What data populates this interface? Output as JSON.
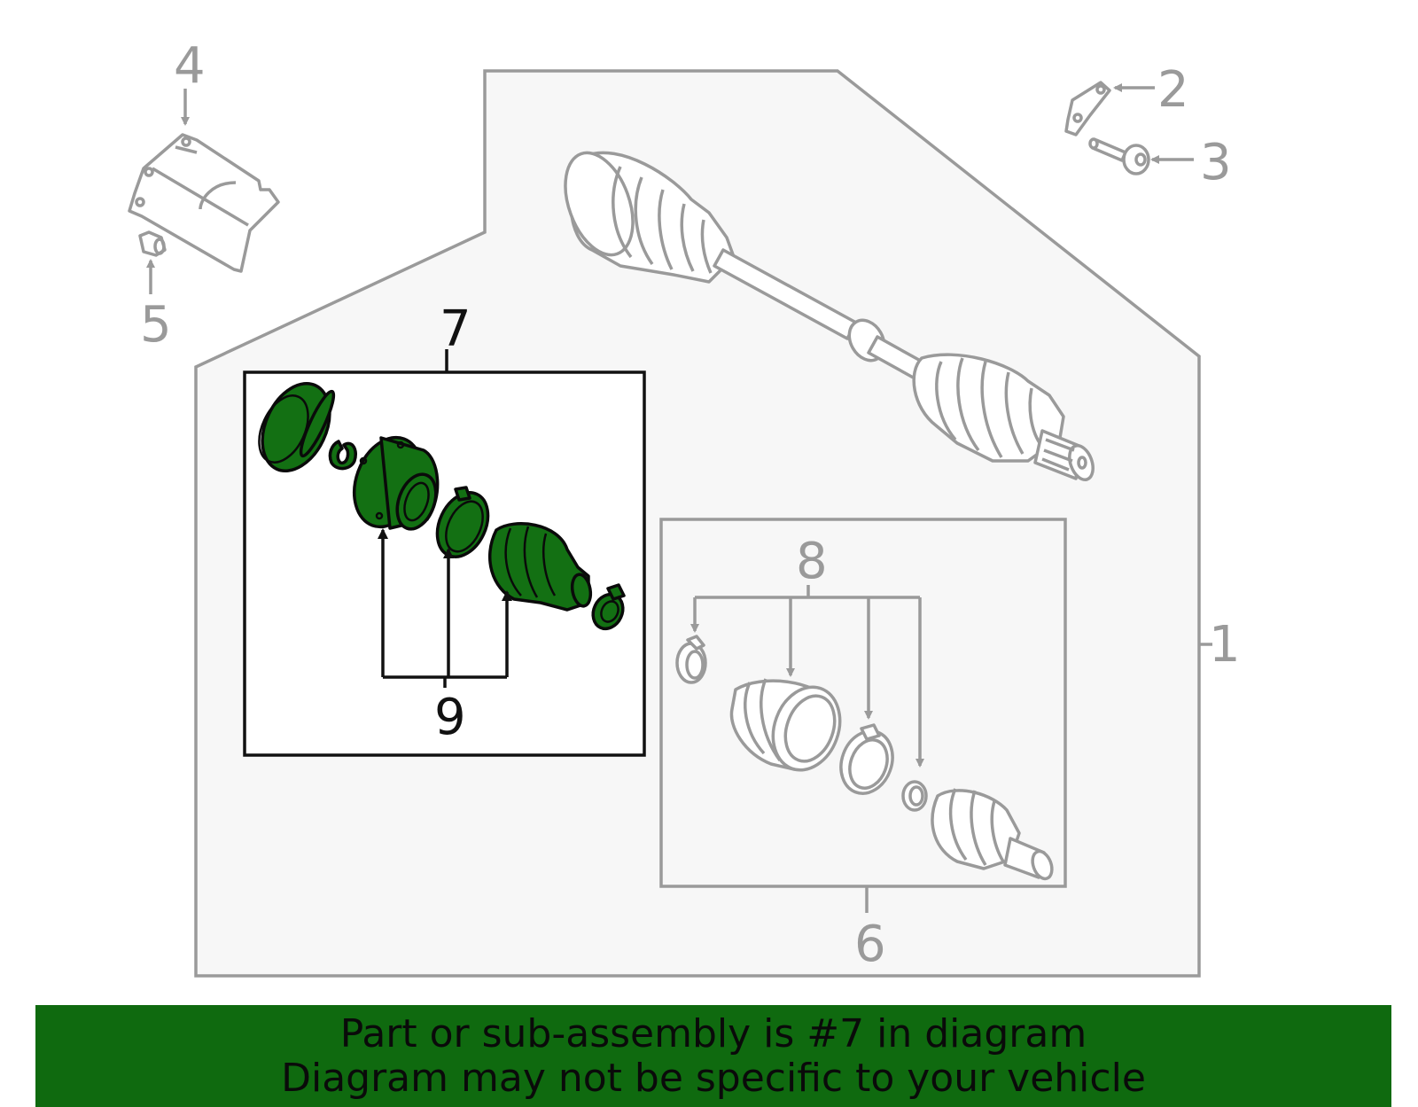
{
  "callouts": {
    "c1": "1",
    "c2": "2",
    "c3": "3",
    "c4": "4",
    "c5": "5",
    "c6": "6",
    "c7": "7",
    "c8": "8",
    "c9": "9"
  },
  "highlight_color": "#137013",
  "banner": {
    "line1": "Part or sub-assembly is #7 in diagram",
    "line2": "Diagram may not be specific to your vehicle"
  }
}
